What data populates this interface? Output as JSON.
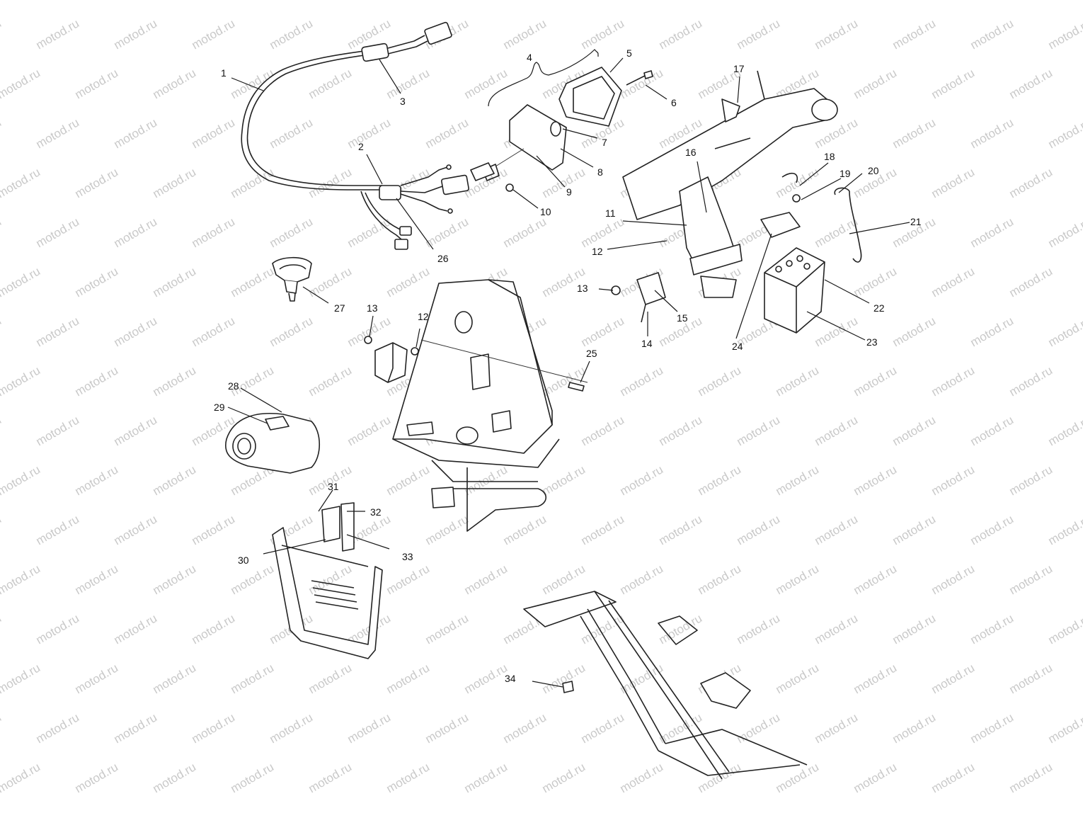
{
  "diagram": {
    "watermark": "motod.ru",
    "callouts": [
      {
        "id": "1",
        "label": "1"
      },
      {
        "id": "2",
        "label": "2"
      },
      {
        "id": "3",
        "label": "3"
      },
      {
        "id": "4",
        "label": "4"
      },
      {
        "id": "5",
        "label": "5"
      },
      {
        "id": "6",
        "label": "6"
      },
      {
        "id": "7",
        "label": "7"
      },
      {
        "id": "8",
        "label": "8"
      },
      {
        "id": "9",
        "label": "9"
      },
      {
        "id": "10",
        "label": "10"
      },
      {
        "id": "11",
        "label": "11"
      },
      {
        "id": "12a",
        "label": "12"
      },
      {
        "id": "12b",
        "label": "12"
      },
      {
        "id": "13a",
        "label": "13"
      },
      {
        "id": "13b",
        "label": "13"
      },
      {
        "id": "14",
        "label": "14"
      },
      {
        "id": "15",
        "label": "15"
      },
      {
        "id": "16",
        "label": "16"
      },
      {
        "id": "17",
        "label": "17"
      },
      {
        "id": "18",
        "label": "18"
      },
      {
        "id": "19",
        "label": "19"
      },
      {
        "id": "20",
        "label": "20"
      },
      {
        "id": "21",
        "label": "21"
      },
      {
        "id": "22",
        "label": "22"
      },
      {
        "id": "23",
        "label": "23"
      },
      {
        "id": "24",
        "label": "24"
      },
      {
        "id": "25",
        "label": "25"
      },
      {
        "id": "26",
        "label": "26"
      },
      {
        "id": "27",
        "label": "27"
      },
      {
        "id": "28",
        "label": "28"
      },
      {
        "id": "29",
        "label": "29"
      },
      {
        "id": "30",
        "label": "30"
      },
      {
        "id": "31",
        "label": "31"
      },
      {
        "id": "32",
        "label": "32"
      },
      {
        "id": "33",
        "label": "33"
      },
      {
        "id": "34",
        "label": "34"
      }
    ]
  }
}
